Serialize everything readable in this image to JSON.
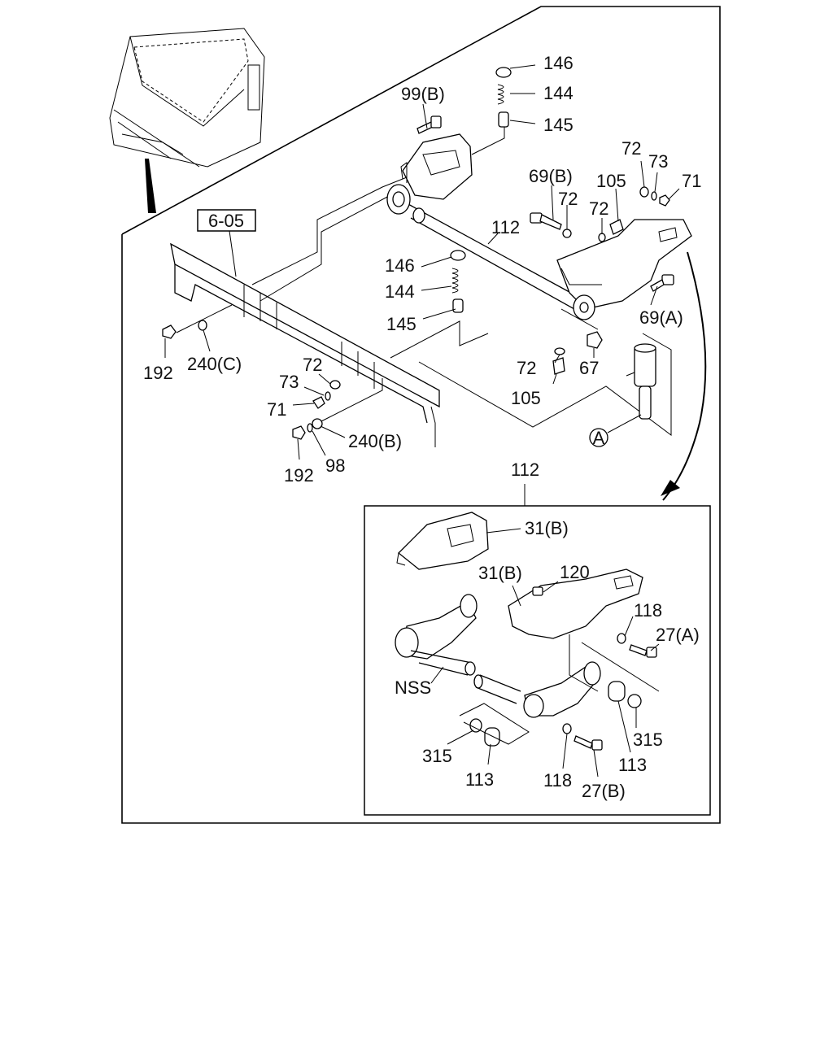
{
  "ref_box": "6-05",
  "circle_ref": "A",
  "labels": {
    "l146a": "146",
    "l144a": "144",
    "l145a": "145",
    "l99b": "99(B)",
    "l72a": "72",
    "l73a": "73",
    "l71a": "71",
    "l69b": "69(B)",
    "l72b": "72",
    "l105a": "105",
    "l72c": "72",
    "l112a": "112",
    "l146b": "146",
    "l144b": "144",
    "l145b": "145",
    "l69a": "69(A)",
    "l72d": "72",
    "l67": "67",
    "l105b": "105",
    "l192a": "192",
    "l240c": "240(C)",
    "l72e": "72",
    "l73b": "73",
    "l71b": "71",
    "l240b": "240(B)",
    "l192b": "192",
    "l98": "98",
    "l112b": "112",
    "l31ba": "31(B)",
    "l31bb": "31(B)",
    "l120": "120",
    "l118a": "118",
    "l27a": "27(A)",
    "lnss": "NSS",
    "l315a": "315",
    "l315b": "315",
    "l113a": "113",
    "l113b": "113",
    "l118b": "118",
    "l27b": "27(B)"
  }
}
